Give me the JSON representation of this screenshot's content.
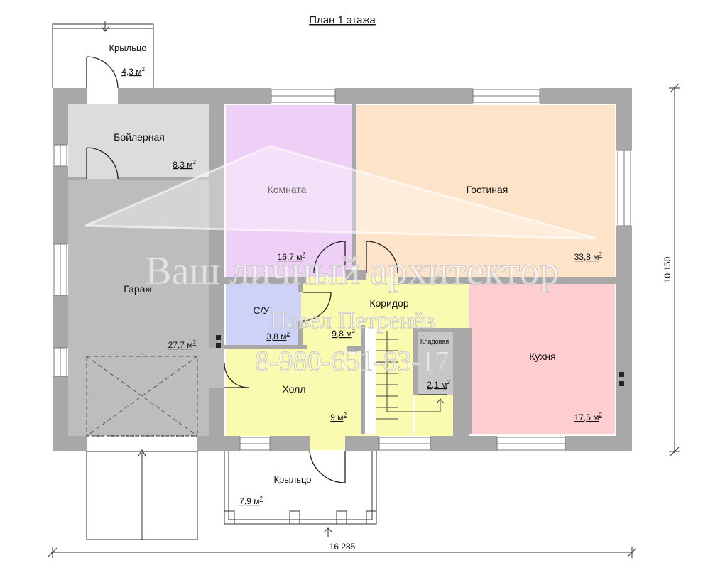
{
  "title": "План 1 этажа",
  "rooms": [
    {
      "id": "porch-top",
      "name": "Крыльцо",
      "area": "4,3 м"
    },
    {
      "id": "boiler",
      "name": "Бойлерная",
      "area": "8,3 м"
    },
    {
      "id": "room",
      "name": "Комната",
      "area": "16,7 м"
    },
    {
      "id": "living",
      "name": "Гостиная",
      "area": "33,8 м"
    },
    {
      "id": "bath",
      "name": "С/У",
      "area": "3,8 м"
    },
    {
      "id": "corridor",
      "name": "Коридор",
      "area": "9,8 м"
    },
    {
      "id": "garage",
      "name": "Гараж",
      "area": "27,7 м"
    },
    {
      "id": "pantry",
      "name": "Кладовая",
      "area": "2,1 м"
    },
    {
      "id": "kitchen",
      "name": "Кухня",
      "area": "17,5 м"
    },
    {
      "id": "hall",
      "name": "Холл",
      "area": "9 м"
    },
    {
      "id": "porch-bottom",
      "name": "Крыльцо",
      "area": "7,9 м"
    }
  ],
  "area_unit_superscript": "2",
  "dimensions": {
    "width": "16 285",
    "height": "10 150"
  },
  "watermark": {
    "line1": "Ваш личный архитектор",
    "line2": "Павел Петренёв",
    "line3": "8-980-651-83-17"
  },
  "colors": {
    "wall": "#a8a8a8",
    "boiler": "#dcdcdc",
    "garage": "#bdbdbd",
    "room": "#eecff5",
    "living": "#fde3c8",
    "bath": "#cfd2f7",
    "corridor": "#fafab0",
    "kitchen": "#fecdd0",
    "pantry": "#c7c7c7"
  }
}
